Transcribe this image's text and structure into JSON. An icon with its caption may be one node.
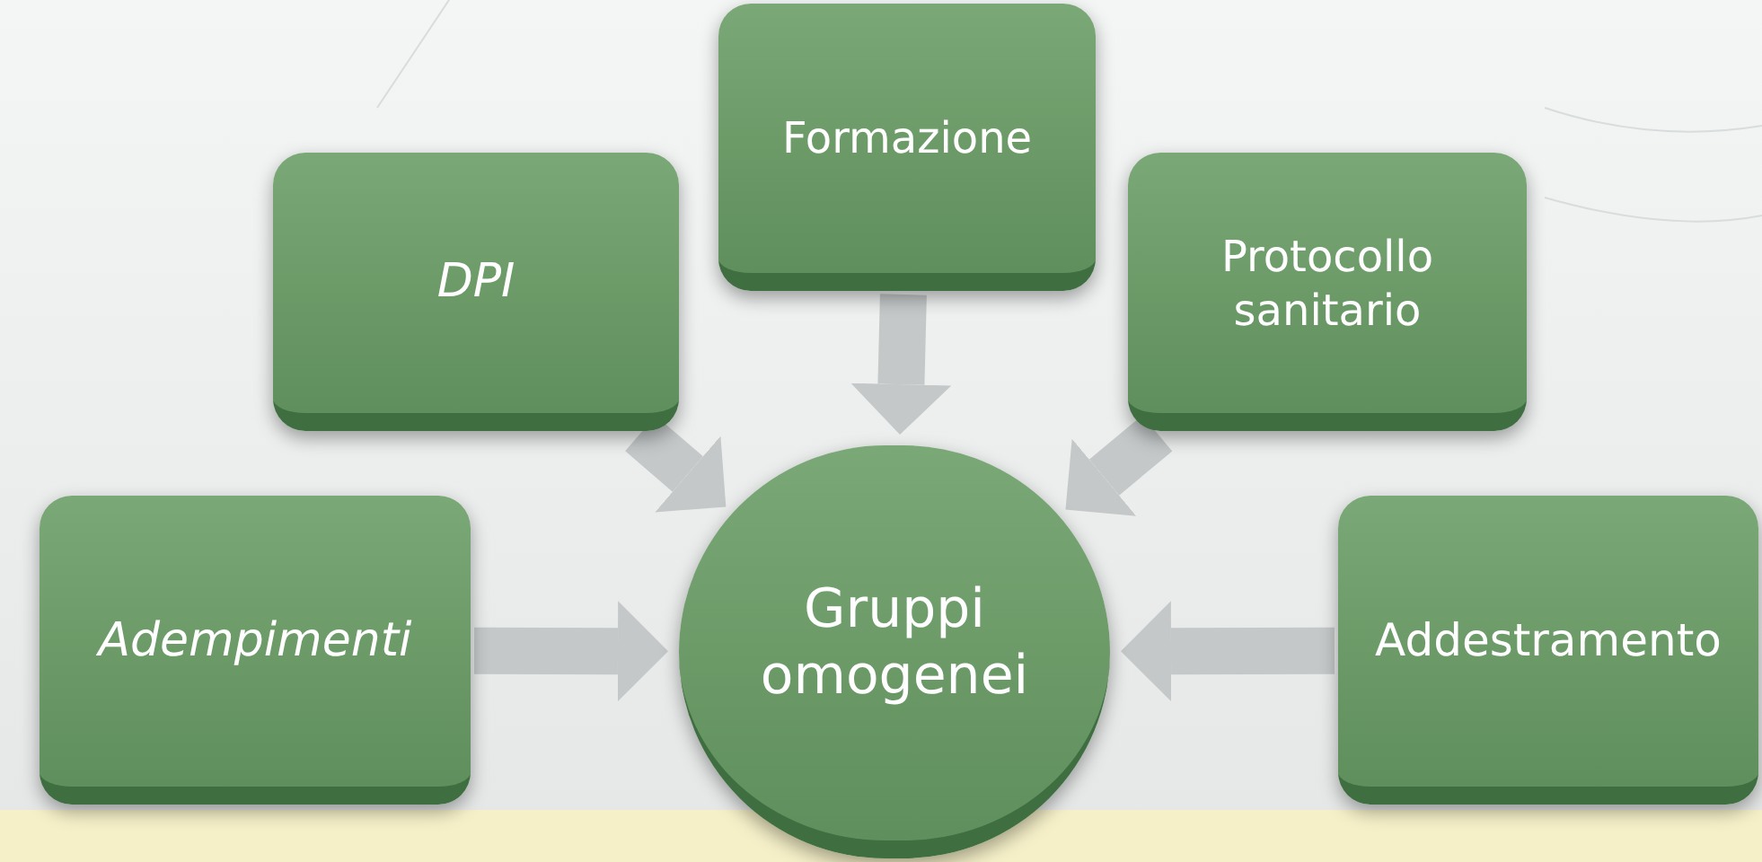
{
  "diagram": {
    "nodes": [
      {
        "text": [
          "Formazione"
        ]
      },
      {
        "text": [
          "DPI"
        ]
      },
      {
        "text": [
          "Protocollo sanitario"
        ]
      },
      {
        "text": [
          "Adempimenti"
        ]
      },
      {
        "text": [
          "Gruppi omogenei"
        ]
      },
      {
        "text": [
          "Addestramento"
        ]
      }
    ],
    "edges": [
      {
        "from": 0,
        "to": 4,
        "arrow": "to"
      },
      {
        "from": 1,
        "to": 4,
        "arrow": "to"
      },
      {
        "from": 2,
        "to": 4,
        "arrow": "to"
      },
      {
        "from": 3,
        "to": 4,
        "arrow": "to"
      },
      {
        "from": 5,
        "to": 4,
        "arrow": "to"
      }
    ]
  }
}
